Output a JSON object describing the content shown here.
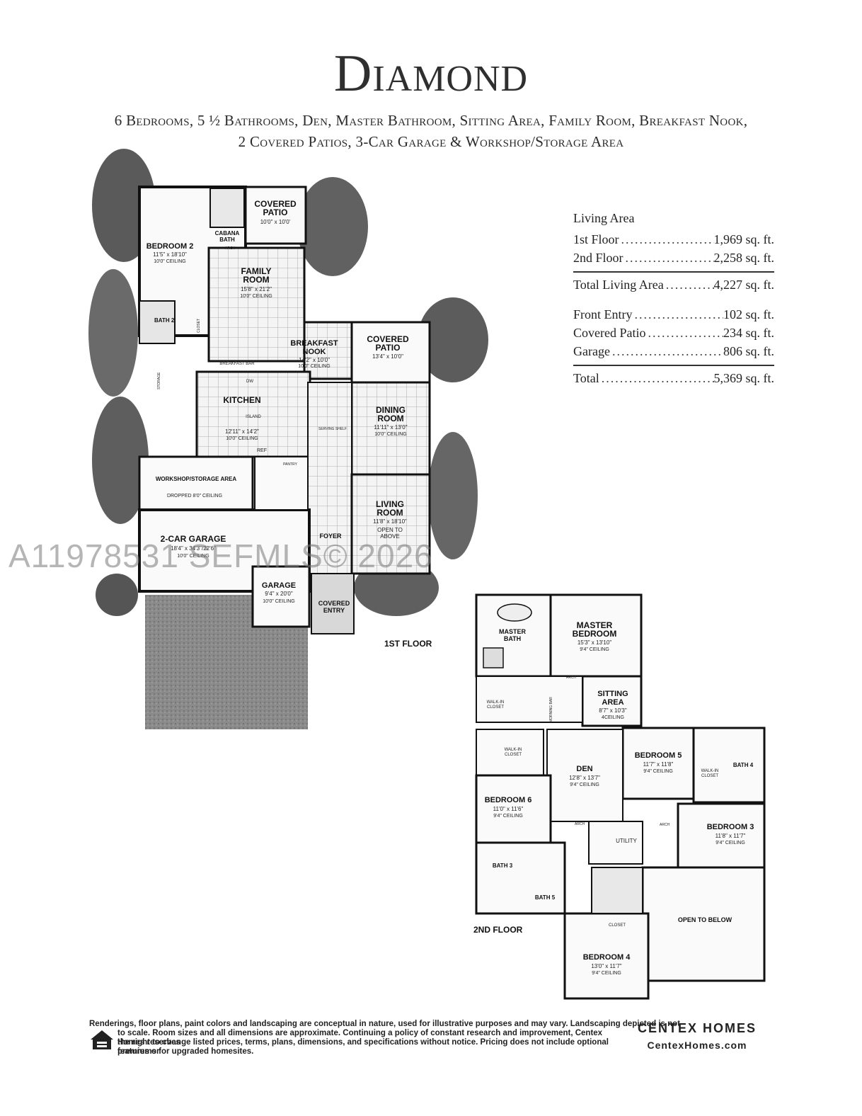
{
  "header": {
    "title": "Diamond",
    "subtitle_line1": "6 Bedrooms, 5 ½ Bathrooms, Den, Master Bathroom, Sitting Area, Family Room, Breakfast Nook,",
    "subtitle_line2": "2 Covered Patios, 3-Car Garage & Workshop/Storage Area"
  },
  "area_table": {
    "heading": "Living Area",
    "rows": [
      {
        "label": "1st Floor",
        "value": "1,969 sq. ft."
      },
      {
        "label": "2nd Floor",
        "value": "2,258 sq. ft."
      },
      {
        "label": "Total Living Area",
        "value": "4,227 sq. ft."
      },
      {
        "label": "Front Entry",
        "value": "102 sq. ft."
      },
      {
        "label": "Covered Patio",
        "value": "234 sq. ft."
      },
      {
        "label": "Garage",
        "value": "806 sq. ft."
      },
      {
        "label": "Total",
        "value": "5,369 sq. ft."
      }
    ]
  },
  "first_floor": {
    "label": "1ST FLOOR",
    "rooms": {
      "covered_patio_top": {
        "name1": "COVERED",
        "name2": "PATIO",
        "size": "10'0\" x 10'0'"
      },
      "cabana_bath": {
        "name1": "CABANA",
        "name2": "BATH"
      },
      "bedroom2": {
        "name": "BEDROOM 2",
        "size": "11'5\" x 18'10\"",
        "ceiling": "10'0\" CEILING"
      },
      "bath2": {
        "name": "BATH 2"
      },
      "family_room": {
        "name1": "FAMILY",
        "name2": "ROOM",
        "size": "15'8\" x 21'2\"",
        "ceiling": "10'0\" CEILING"
      },
      "breakfast_nook": {
        "name1": "BREAKFAST",
        "name2": "NOOK",
        "size": "14'2\" x 10'0\"",
        "ceiling": "10'0\" CEILING"
      },
      "covered_patio_right": {
        "name1": "COVERED",
        "name2": "PATIO",
        "size": "13'4\" x 10'0\""
      },
      "breakfast_bar": "BREAKFAST BAR",
      "kitchen": {
        "name": "KITCHEN",
        "size": "12'11\" x 14'2\"",
        "ceiling": "10'0\" CEILING",
        "island": "ISLAND",
        "dw": "DW",
        "ref": "REF",
        "serving_shelf": "SERVING SHELF",
        "pantry": "PANTRY"
      },
      "dining_room": {
        "name1": "DINING",
        "name2": "ROOM",
        "size": "11'11\" x 13'0\"",
        "ceiling": "10'0\" CEILING"
      },
      "workshop": {
        "name": "WORKSHOP/STORAGE AREA",
        "ceiling": "DROPPED 8'0\" CEILING"
      },
      "living_room": {
        "name1": "LIVING",
        "name2": "ROOM",
        "size": "11'8\" x 18'10\"",
        "open1": "OPEN TO",
        "open2": "ABOVE"
      },
      "foyer": "FOYER",
      "two_car_garage": {
        "name": "2-CAR GARAGE",
        "size": "18'4\" x 34'3\"/22'6\"",
        "ceiling": "10'0\" CEILING"
      },
      "garage": {
        "name": "GARAGE",
        "size": "9'4\" x 20'0\"",
        "ceiling": "10'0\" CEILING"
      },
      "covered_entry": {
        "name1": "COVERED",
        "name2": "ENTRY"
      },
      "arch": "ARCH",
      "closet": "CLOSET",
      "storage": "STORAGE"
    }
  },
  "second_floor": {
    "label": "2ND FLOOR",
    "rooms": {
      "master_bedroom": {
        "name1": "MASTER",
        "name2": "BEDROOM",
        "size": "15'3\" x 13'10\"",
        "ceiling": "9'4\" CEILING"
      },
      "master_bath": {
        "name1": "MASTER",
        "name2": "BATH"
      },
      "sitting_area": {
        "name1": "SITTING",
        "name2": "AREA",
        "size": "8'7\" x 10'3\"",
        "ceiling": "4CEILING"
      },
      "walk_in_closet": {
        "name1": "WALK-IN",
        "name2": "CLOSET"
      },
      "morning_bar": "MORNING BAR",
      "bedroom5": {
        "name": "BEDROOM 5",
        "size": "11'7\" x 11'8\"",
        "ceiling": "9'4\" CEILING"
      },
      "bath4": {
        "name": "BATH 4"
      },
      "den": {
        "name": "DEN",
        "size": "12'8\" x 13'7\"",
        "ceiling": "9'4\" CEILING"
      },
      "bedroom6": {
        "name": "BEDROOM 6",
        "size": "11'0\" x 11'6\"",
        "ceiling": "9'4\" CEILING"
      },
      "bedroom3": {
        "name": "BEDROOM 3",
        "size": "11'8\" x 11'7\"",
        "ceiling": "9'4\" CEILING"
      },
      "utility": {
        "name": "UTILITY"
      },
      "bath3": {
        "name": "BATH 3"
      },
      "bath5": {
        "name": "BATH 5"
      },
      "open_to_below": "OPEN TO BELOW",
      "bedroom4": {
        "name": "BEDROOM 4",
        "size": "13'0\" x 11'7\"",
        "ceiling": "9'4\" CEILING"
      },
      "closet": "CLOSET",
      "arch": "ARCH"
    }
  },
  "watermark": "A11978531 SEFMLS© 2026",
  "footer": {
    "disclaimer_line1": "Renderings, floor plans, paint colors and landscaping are conceptual in nature, used for illustrative purposes and may vary. Landscaping depicted is not",
    "disclaimer_line2": "to scale. Room sizes and all dimensions are approximate. Continuing a policy of constant research and improvement, Centex Homes reserves",
    "disclaimer_line3": "the right to change listed prices, terms, plans, dimensions, and specifications without notice. Pricing does not include optional features or",
    "disclaimer_line4": "premiums for upgraded homesites.",
    "brand": "CENTEX HOMES",
    "url": "CentexHomes.com"
  }
}
